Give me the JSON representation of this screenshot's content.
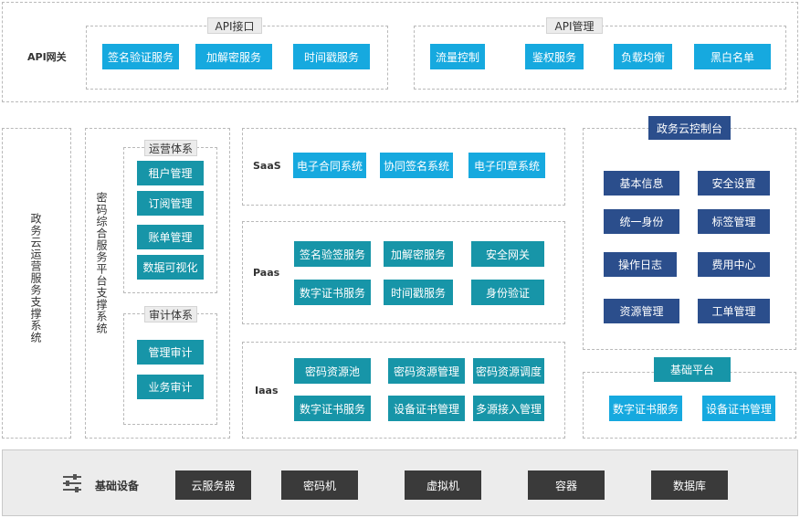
{
  "api_gateway": {
    "label": "API网关",
    "api_interface": {
      "title": "API接口",
      "items": [
        "签名验证服务",
        "加解密服务",
        "时间戳服务"
      ]
    },
    "api_management": {
      "title": "API管理",
      "items": [
        "流量控制",
        "鉴权服务",
        "负载均衡",
        "黑白名单"
      ]
    }
  },
  "left_system": {
    "label": "政务云运营服务支撑系统"
  },
  "crypto_platform": {
    "label": "密码综合服务平台支撑系统",
    "operations": {
      "title": "运营体系",
      "items": [
        "租户管理",
        "订阅管理",
        "账单管理",
        "数据可视化"
      ]
    },
    "audit": {
      "title": "审计体系",
      "items": [
        "管理审计",
        "业务审计"
      ]
    }
  },
  "saas": {
    "label": "SaaS",
    "items": [
      "电子合同系统",
      "协同签名系统",
      "电子印章系统"
    ]
  },
  "paas": {
    "label": "Paas",
    "items": [
      "签名验签服务",
      "加解密服务",
      "安全网关",
      "数字证书服务",
      "时间戳服务",
      "身份验证"
    ]
  },
  "iaas": {
    "label": "Iaas",
    "items": [
      "密码资源池",
      "密码资源管理",
      "密码资源调度",
      "数字证书服务",
      "设备证书管理",
      "多源接入管理"
    ]
  },
  "console": {
    "title": "政务云控制台",
    "items": [
      "基本信息",
      "安全设置",
      "统一身份",
      "标签管理",
      "操作日志",
      "费用中心",
      "资源管理",
      "工单管理"
    ]
  },
  "base_platform": {
    "title": "基础平台",
    "items": [
      "数字证书服务",
      "设备证书管理"
    ]
  },
  "infrastructure": {
    "label": "基础设备",
    "items": [
      "云服务器",
      "密码机",
      "虚拟机",
      "容器",
      "数据库"
    ]
  }
}
